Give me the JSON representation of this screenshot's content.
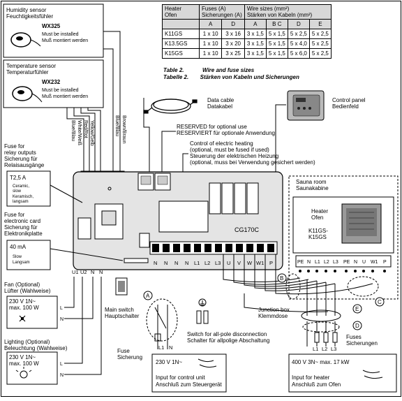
{
  "table": {
    "header": {
      "heater": "Heater\nOfen",
      "fuses": "Fuses (A)\nSicherungen (A)",
      "wires": "Wire sizes (mm²)\nStärken von Kabeln (mm²)"
    },
    "fuse_cols": [
      "A",
      "D"
    ],
    "wire_cols": [
      "A",
      "B C",
      "D",
      "E"
    ],
    "rows": [
      {
        "model": "K11GS",
        "a": "1 x 10",
        "d": "3 x 16",
        "wa": "3 x 1,5",
        "wbc": "5 x 1,5",
        "wd": "5 x 2,5",
        "we": "5 x 2,5"
      },
      {
        "model": "K13.5GS",
        "a": "1 x 10",
        "d": "3 x 20",
        "wa": "3 x 1,5",
        "wbc": "5 x 1,5",
        "wd": "5 x 4,0",
        "we": "5 x 2,5"
      },
      {
        "model": "K15GS",
        "a": "1 x 10",
        "d": "3 x 25",
        "wa": "3 x 1,5",
        "wbc": "5 x 1,5",
        "wd": "5 x 6,0",
        "we": "5 x 2,5"
      }
    ],
    "caption1_num": "Table 2.",
    "caption1": "Wire and fuse sizes",
    "caption2_num": "Tabelle 2.",
    "caption2": "Stärken von Kabeln und Sicherungen"
  },
  "humidity": {
    "title1": "Humidity sensor",
    "title2": "Feuchtigkeitsfühler",
    "model": "WX325",
    "note1": "Must be installed",
    "note2": "Muß montiert werden"
  },
  "temperature": {
    "title1": "Temperature sensor",
    "title2": "Temperaturfühler",
    "model": "WX232",
    "note1": "Must be installed",
    "note2": "Muß montiert werden"
  },
  "wires": {
    "brown": "Brown/Braun",
    "blue": "Blue/Blau",
    "white": "White/Weiß",
    "yellow": "Yellow/Gelb",
    "red": "Red/Rot",
    "blue2": "Blue/Blau"
  },
  "data_cable": {
    "l1": "Data cable",
    "l2": "Datakabel"
  },
  "control_panel": {
    "l1": "Control panel",
    "l2": "Bedienfeld"
  },
  "reserved": {
    "l1": "RESERVED for optional use",
    "l2": "RESERVIERT für optionale Anwendung"
  },
  "heating_control": {
    "l1": "Control of electric heating",
    "l2": "(optional, must be fused if used)",
    "l3": "Steuerung der elektrischen Heizung",
    "l4": "(optional, muss bei Verwendung gesichert werden)"
  },
  "relay_fuse": {
    "l1": "Fuse for",
    "l2": "relay outputs",
    "l3": "Sicherung für",
    "l4": "Relaisausgänge",
    "rating": "T2,5 A",
    "d1": "Ceramic,",
    "d2": "slow",
    "d3": "Keramisch,",
    "d4": "langsam"
  },
  "card_fuse": {
    "l1": "Fuse for",
    "l2": "electronic card",
    "l3": "Sicherung für",
    "l4": "Elektronikplatte",
    "rating": "40 mA",
    "d1": "Slow",
    "d2": "Langsam"
  },
  "board": {
    "name": "CG170C"
  },
  "terminals": [
    "N",
    "N",
    "N",
    "N",
    "L1",
    "L2",
    "L3",
    "U",
    "V",
    "W",
    "W1",
    "P"
  ],
  "left_terminals": [
    "U1",
    "U2",
    "N",
    "N"
  ],
  "fan": {
    "l1": "Fan (Optional)",
    "l2": "Lüfter (Wahlweise)",
    "spec1": "230 V 1N~",
    "spec2": "max. 100 W",
    "t1": "L",
    "t2": "N"
  },
  "lighting": {
    "l1": "Lighting (Optional)",
    "l2": "Beleuchtung (Wahlweise)",
    "spec1": "230 V 1N~",
    "spec2": "max. 100 W",
    "t1": "L",
    "t2": "N"
  },
  "main_switch": {
    "l1": "Main switch",
    "l2": "Hauptschalter"
  },
  "fuse_label": {
    "l1": "Fuse",
    "l2": "Sicherung"
  },
  "disconnect": {
    "l1": "Switch for all-pole disconnection",
    "l2": "Schalter für allpolige Abschaltung"
  },
  "input_control": {
    "spec": "230 V 1N~",
    "l1": "Input for control unit",
    "l2": "Anschluß zum Steuergerät",
    "t1": "L1",
    "t2": "N"
  },
  "sauna": {
    "l1": "Sauna room",
    "l2": "Saunakabine",
    "heater1": "Heater",
    "heater2": "Ofen",
    "models1": "K11GS-",
    "models2": "K15GS",
    "terms": [
      "PE",
      "N",
      "L1",
      "L2",
      "L3",
      "PE",
      "N",
      "U",
      "W1",
      "P"
    ]
  },
  "junction": {
    "l1": "Junction box",
    "l2": "Klemmdose"
  },
  "fuses_d": {
    "l1": "Fuses",
    "l2": "Sicherungen"
  },
  "input_heater": {
    "spec": "400 V 3N~ max. 17 kW",
    "l1": "Input for heater",
    "l2": "Anschluß zum Ofen",
    "terms": [
      "L1",
      "L2",
      "L3"
    ]
  },
  "markers": {
    "a": "A",
    "b": "B",
    "c": "C",
    "d": "D",
    "e": "E"
  }
}
